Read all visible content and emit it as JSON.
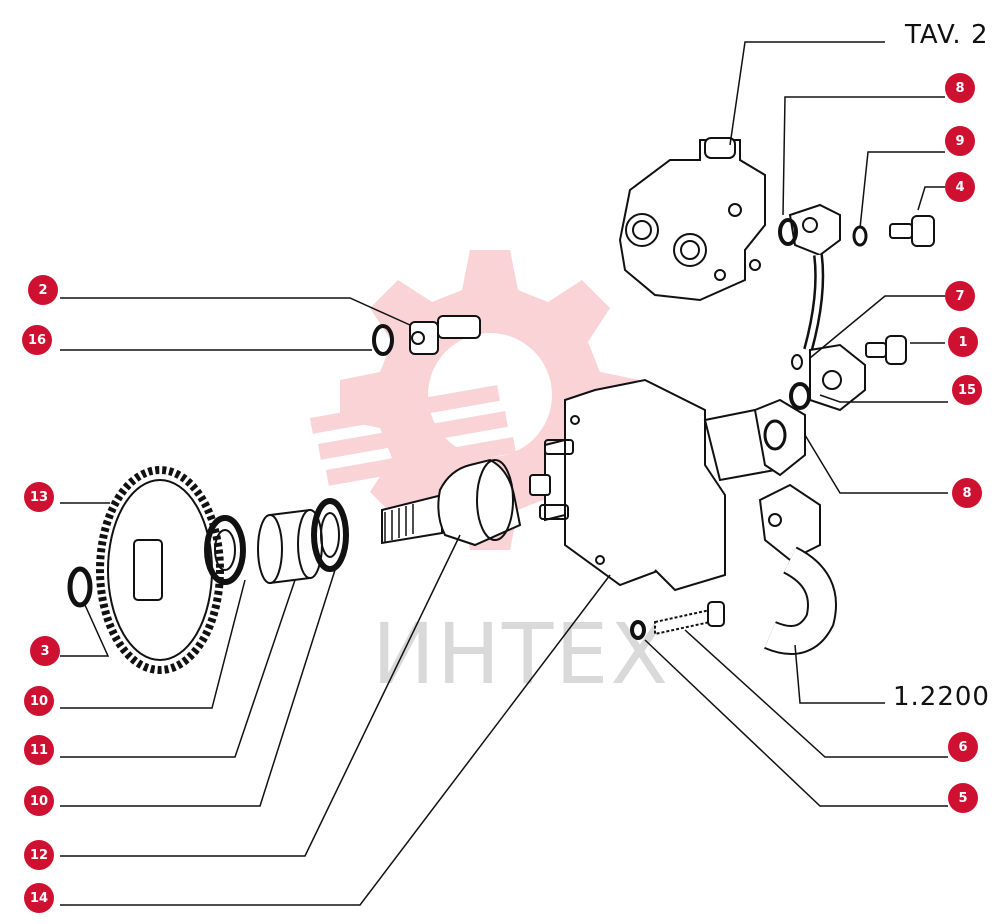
{
  "header": {
    "table_label": "TAV. 2"
  },
  "footer": {
    "part_code": "1.2200"
  },
  "watermark": {
    "text": "ИНТЕХ",
    "color": "#f7c9cc"
  },
  "callouts": [
    {
      "id": "8a",
      "label": "8"
    },
    {
      "id": "9",
      "label": "9"
    },
    {
      "id": "4",
      "label": "4"
    },
    {
      "id": "7",
      "label": "7"
    },
    {
      "id": "1",
      "label": "1"
    },
    {
      "id": "15",
      "label": "15"
    },
    {
      "id": "8b",
      "label": "8"
    },
    {
      "id": "2",
      "label": "2"
    },
    {
      "id": "16",
      "label": "16"
    },
    {
      "id": "13",
      "label": "13"
    },
    {
      "id": "3",
      "label": "3"
    },
    {
      "id": "10a",
      "label": "10"
    },
    {
      "id": "11",
      "label": "11"
    },
    {
      "id": "10b",
      "label": "10"
    },
    {
      "id": "12",
      "label": "12"
    },
    {
      "id": "14",
      "label": "14"
    },
    {
      "id": "6",
      "label": "6"
    },
    {
      "id": "5",
      "label": "5"
    }
  ],
  "colors": {
    "badge": "#cf1131",
    "line": "#111111"
  }
}
